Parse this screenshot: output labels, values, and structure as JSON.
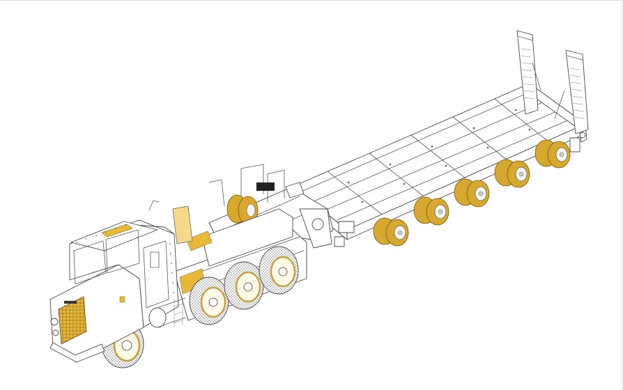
{
  "illustration": {
    "subject": "Heavy equipment transporter: 8x8 tractor truck with multi-axle lowboy semitrailer (line-art assembly schematic)",
    "view": "isometric, front-left three-quarter",
    "style": "black line art on white with amber highlighted parts",
    "background_color": "#ffffff",
    "line_color": "#444444",
    "accent_color": "#e8b83a",
    "accent_light": "#f3d98a",
    "green_part_color": "#4caf50",
    "components": {
      "tractor": {
        "label": "Tractor truck",
        "axles": 4,
        "highlighted_parts": [
          "grille",
          "roof panel",
          "rear cab panel",
          "deck plates",
          "side marker light",
          "wheel rims"
        ]
      },
      "spare_tire": {
        "label": "Spare tires (dual)",
        "count": 2
      },
      "gooseneck": {
        "label": "Gooseneck / fifth-wheel coupling"
      },
      "trailer": {
        "label": "Lowboy semitrailer",
        "dual_wheel_axles": 5,
        "frame": "ladder frame with cross members"
      },
      "ramps": {
        "label": "Loading ramps (raised)",
        "count": 2
      }
    }
  }
}
